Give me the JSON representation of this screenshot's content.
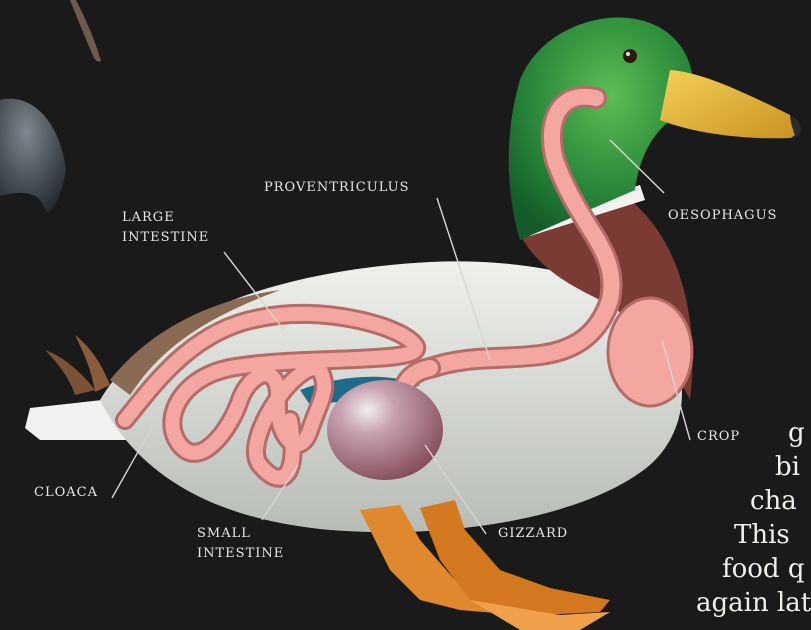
{
  "labels": {
    "proventriculus": "PROVENTRICULUS",
    "oesophagus": "OESOPHAGUS",
    "large_intestine_1": "LARGE",
    "large_intestine_2": "INTESTINE",
    "crop": "CROP",
    "cloaca": "CLOACA",
    "small_intestine_1": "SMALL",
    "small_intestine_2": "INTESTINE",
    "gizzard": "GIZZARD"
  },
  "body_text": {
    "line1": "g",
    "line2": "bi",
    "line3": "cha",
    "line4": "This",
    "line5": "food q",
    "line6": "again lat"
  },
  "colors": {
    "background": "#1b1a1a",
    "head_green": "#2e8a3c",
    "beak": "#e8b83a",
    "breast": "#7a3b34",
    "body": "#dcded8",
    "gut": "#f4a6a0",
    "gizzard": "#b07482",
    "feet": "#e0882e",
    "leader_line": "#d8d6d2"
  }
}
